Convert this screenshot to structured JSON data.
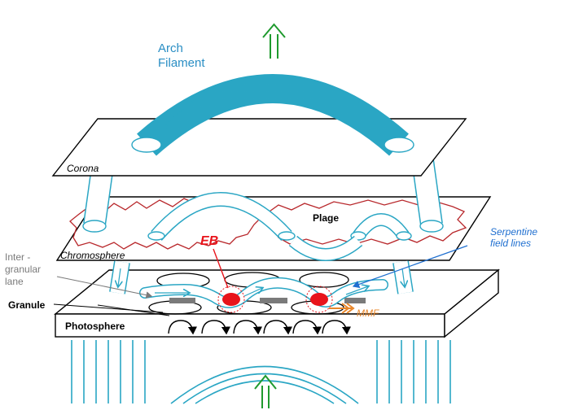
{
  "labels": {
    "arch_line1": "Arch",
    "arch_line2": "Filament",
    "corona": "Corona",
    "plage": "Plage",
    "eb": "EB",
    "serpentine_line1": "Serpentine",
    "serpentine_line2": "field lines",
    "chromosphere": "Chromosphere",
    "intergranular_line1": "Inter -",
    "intergranular_line2": "granular",
    "intergranular_line3": "lane",
    "granule": "Granule",
    "photosphere": "Photosphere",
    "mmf": "MMF"
  },
  "colors": {
    "tube": "#2aa6c4",
    "tube_fill": "#ffffff",
    "arrow_green": "#1f9a2e",
    "eb_red": "#e8141b",
    "plage_red": "#b8272b",
    "serpentine_blue": "#1f6fd0",
    "mmf_orange": "#e8862a",
    "label_blue": "#2a8ec4",
    "gray_text": "#7a7a7a",
    "line_black": "#000000"
  },
  "icons": [
    "up-arrow-icon",
    "eb-burst-icon",
    "mmf-arrow-icon"
  ]
}
